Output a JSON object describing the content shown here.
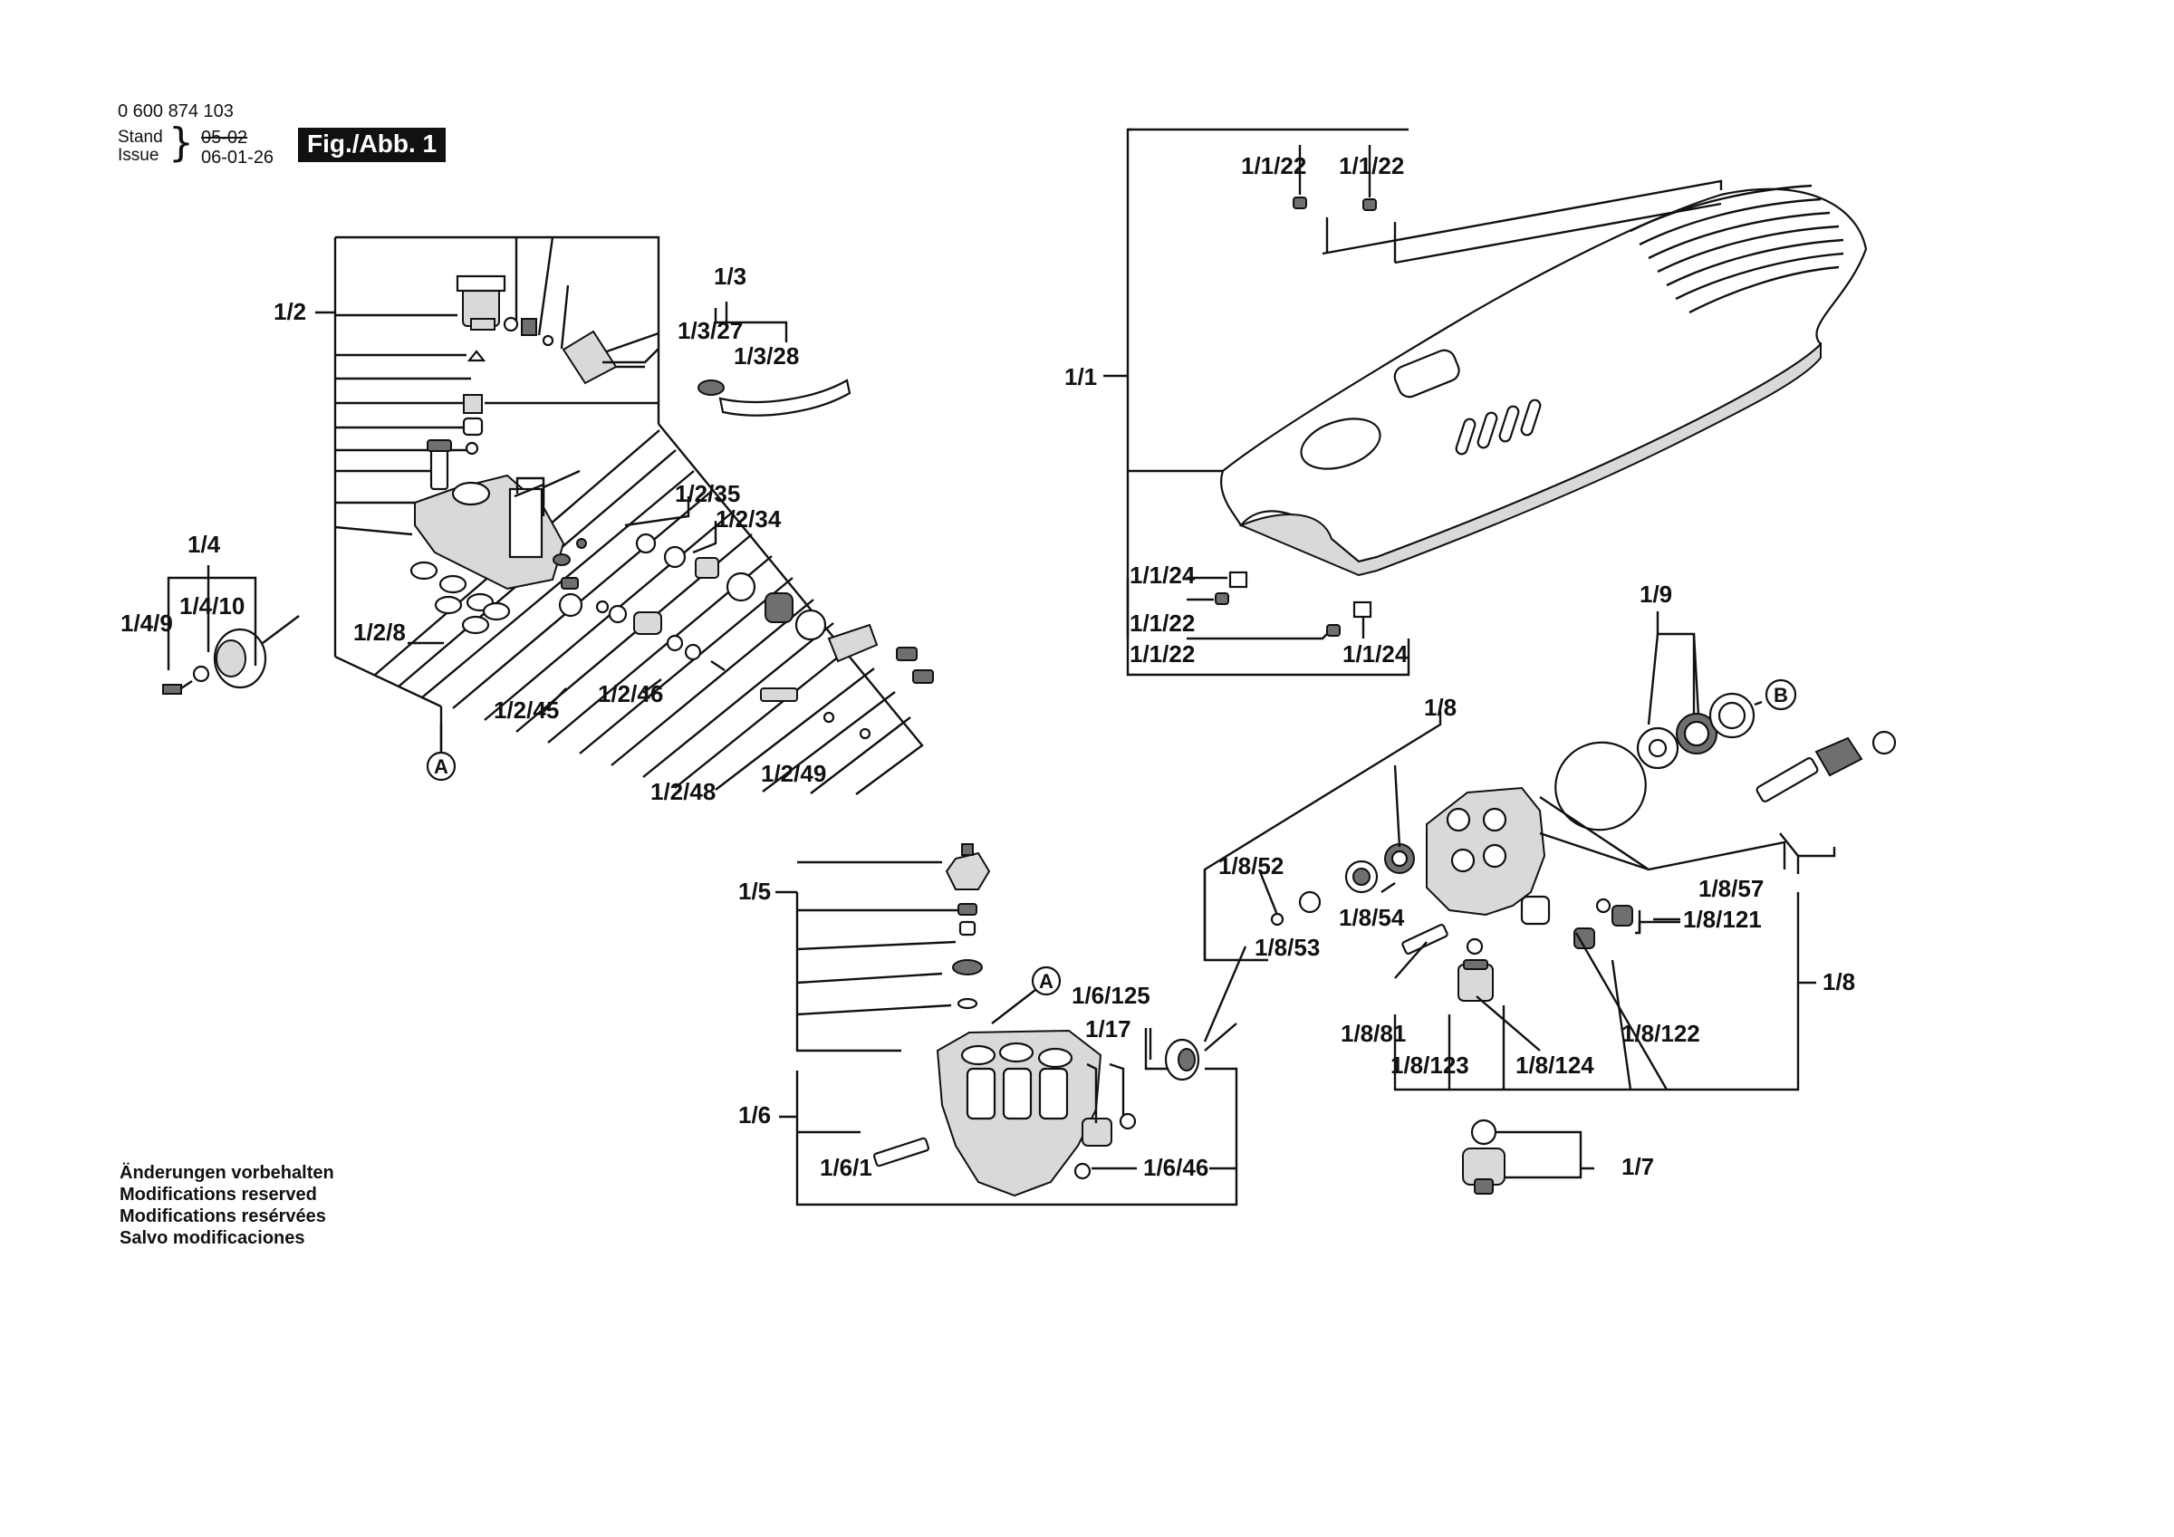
{
  "header": {
    "part_number": "0 600 874 103",
    "stand_label": "Stand",
    "issue_label": "Issue",
    "old_date": "05-02",
    "new_date": "06-01-26",
    "figure_label": "Fig./Abb. 1"
  },
  "footer_notes": [
    "Änderungen vorbehalten",
    "Modifications reserved",
    "Modifications resérvées",
    "Salvo modificaciones"
  ],
  "callouts": {
    "c_1_2": "1/2",
    "c_1_3": "1/3",
    "c_1_3_27": "1/3/27",
    "c_1_3_28": "1/3/28",
    "c_1_2_35": "1/2/35",
    "c_1_2_34": "1/2/34",
    "c_1_4": "1/4",
    "c_1_4_9": "1/4/9",
    "c_1_4_10": "1/4/10",
    "c_1_2_8": "1/2/8",
    "c_1_2_45": "1/2/45",
    "c_1_2_46": "1/2/46",
    "c_1_2_48": "1/2/48",
    "c_1_2_49": "1/2/49",
    "c_1_1": "1/1",
    "c_1_1_22a": "1/1/22",
    "c_1_1_22b": "1/1/22",
    "c_1_1_24a": "1/1/24",
    "c_1_1_22c": "1/1/22",
    "c_1_1_22d": "1/1/22",
    "c_1_1_24b": "1/1/24",
    "c_1_9": "1/9",
    "c_1_8a": "1/8",
    "c_1_8_52": "1/8/52",
    "c_1_8_54": "1/8/54",
    "c_1_8_53": "1/8/53",
    "c_1_8_57": "1/8/57",
    "c_1_8_121": "1/8/121",
    "c_1_8b": "1/8",
    "c_1_8_81": "1/8/81",
    "c_1_8_122": "1/8/122",
    "c_1_8_123": "1/8/123",
    "c_1_8_124": "1/8/124",
    "c_1_7": "1/7",
    "c_1_5": "1/5",
    "c_1_6_125": "1/6/125",
    "c_1_17": "1/17",
    "c_1_6": "1/6",
    "c_1_6_1": "1/6/1",
    "c_1_6_46": "1/6/46"
  },
  "connectors": {
    "A_left": "A",
    "A_mid": "A",
    "B_right": "B"
  }
}
